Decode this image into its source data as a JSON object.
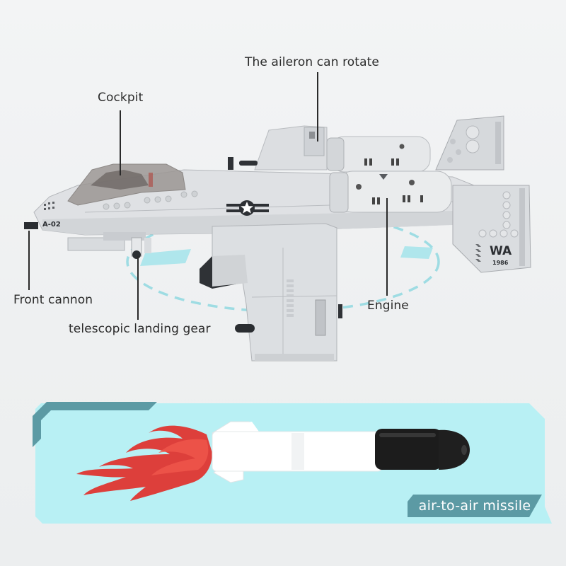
{
  "callouts": {
    "aileron": "The aileron can rotate",
    "cockpit": "Cockpit",
    "front_cannon": "Front cannon",
    "landing_gear": "telescopic landing gear",
    "engine": "Engine"
  },
  "aircraft": {
    "nose_marking": "A-02",
    "tail_code": "WA",
    "tail_year": "1986",
    "insignia": "star-roundel"
  },
  "missile_panel": {
    "tag_label": "air-to-air missile",
    "colors": {
      "panel_bg": "#b8f0f4",
      "accent_frame": "#5c9aa4",
      "flame": "#e0302a",
      "missile_body": "#ffffff",
      "missile_tip": "#1c1c1c"
    }
  },
  "colors": {
    "background": "#f0f1f2",
    "model_gray": "#d9dbde",
    "rotation_ring": "#8fd8e0",
    "text": "#2b2b2b"
  }
}
